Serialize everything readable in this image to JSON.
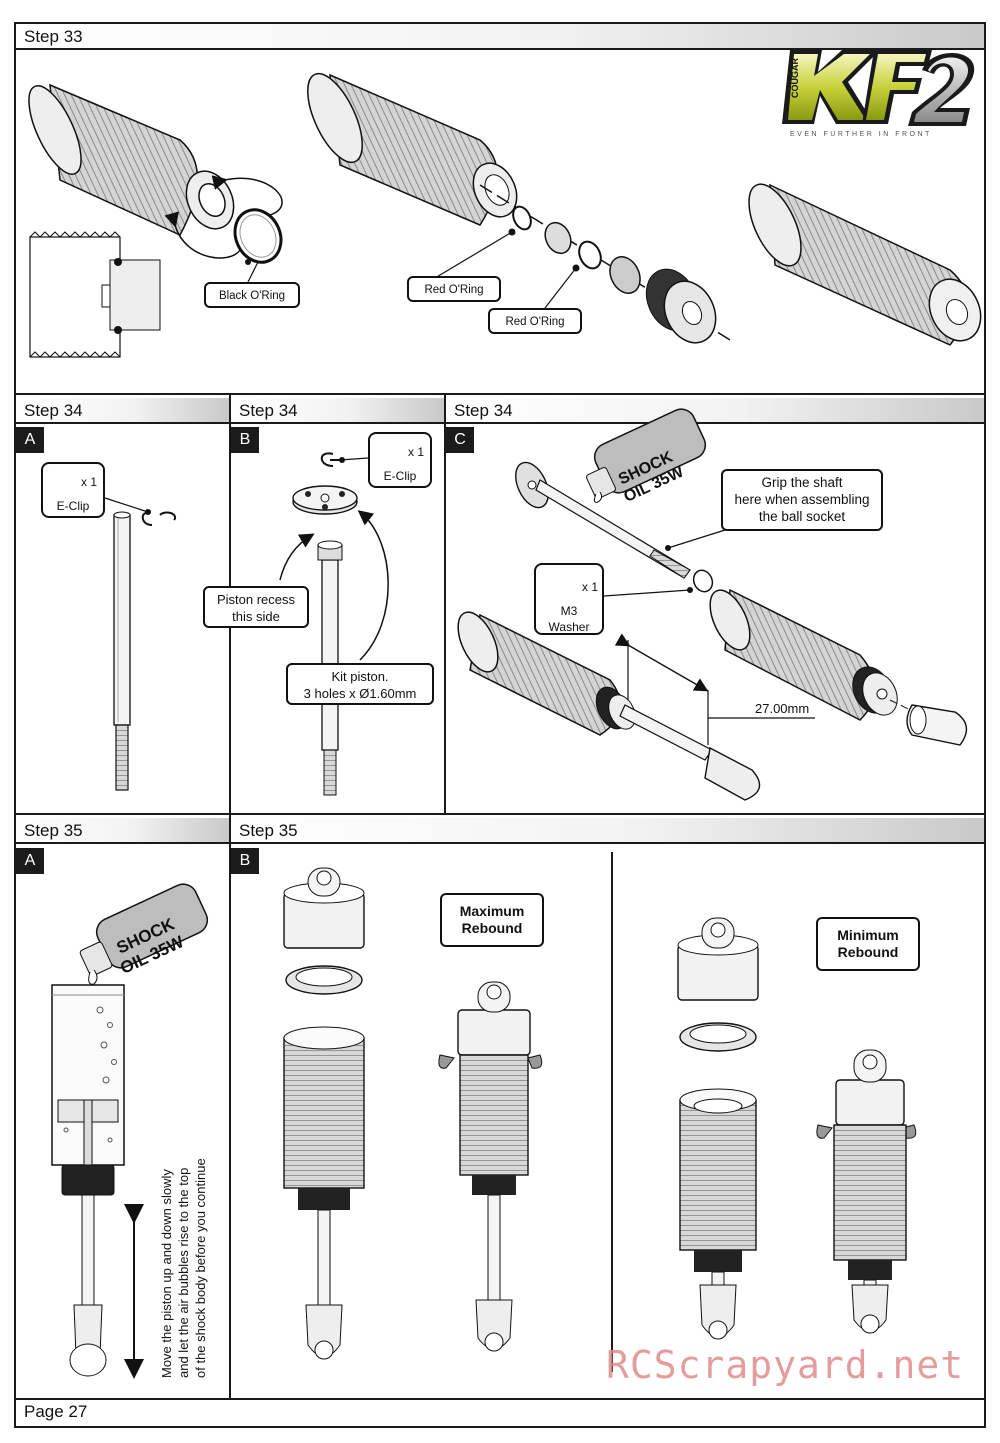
{
  "logo": {
    "brand": "COUGAR",
    "mark": "KF2",
    "tagline": "EVEN FURTHER IN FRONT"
  },
  "step33": {
    "title": "Step 33",
    "black_oring": "Black O'Ring",
    "red_oring_1": "Red O'Ring",
    "red_oring_2": "Red O'Ring"
  },
  "step34a": {
    "title": "Step 34",
    "badge": "A",
    "eclip_qty": "x 1",
    "eclip_label": "E-Clip"
  },
  "step34b": {
    "title": "Step 34",
    "badge": "B",
    "eclip_qty": "x 1",
    "eclip_label": "E-Clip",
    "recess_line1": "Piston recess",
    "recess_line2": "this side",
    "kit_line1": "Kit piston.",
    "kit_line2": "3 holes x Ø1.60mm"
  },
  "step34c": {
    "title": "Step 34",
    "badge": "C",
    "oil_line1": "SHOCK",
    "oil_line2": "OIL 35W",
    "grip_line1": "Grip the shaft",
    "grip_line2": "here when assembling",
    "grip_line3": "the ball socket",
    "washer_qty": "x 1",
    "washer_line1": "M3",
    "washer_line2": "Washer",
    "dimension": "27.00mm"
  },
  "step35a": {
    "title": "Step 35",
    "badge": "A",
    "oil_line1": "SHOCK",
    "oil_line2": "OIL 35W",
    "instr_line1": "Move the piston up and down slowly",
    "instr_line2": "and let the air bubbles rise to the top",
    "instr_line3": "of the shock body  before you continue"
  },
  "step35b": {
    "title": "Step 35",
    "badge": "B",
    "max_line1": "Maximum",
    "max_line2": "Rebound",
    "min_line1": "Minimum",
    "min_line2": "Rebound"
  },
  "footer": {
    "page": "Page 27",
    "watermark": "RCScrapyard.net"
  }
}
